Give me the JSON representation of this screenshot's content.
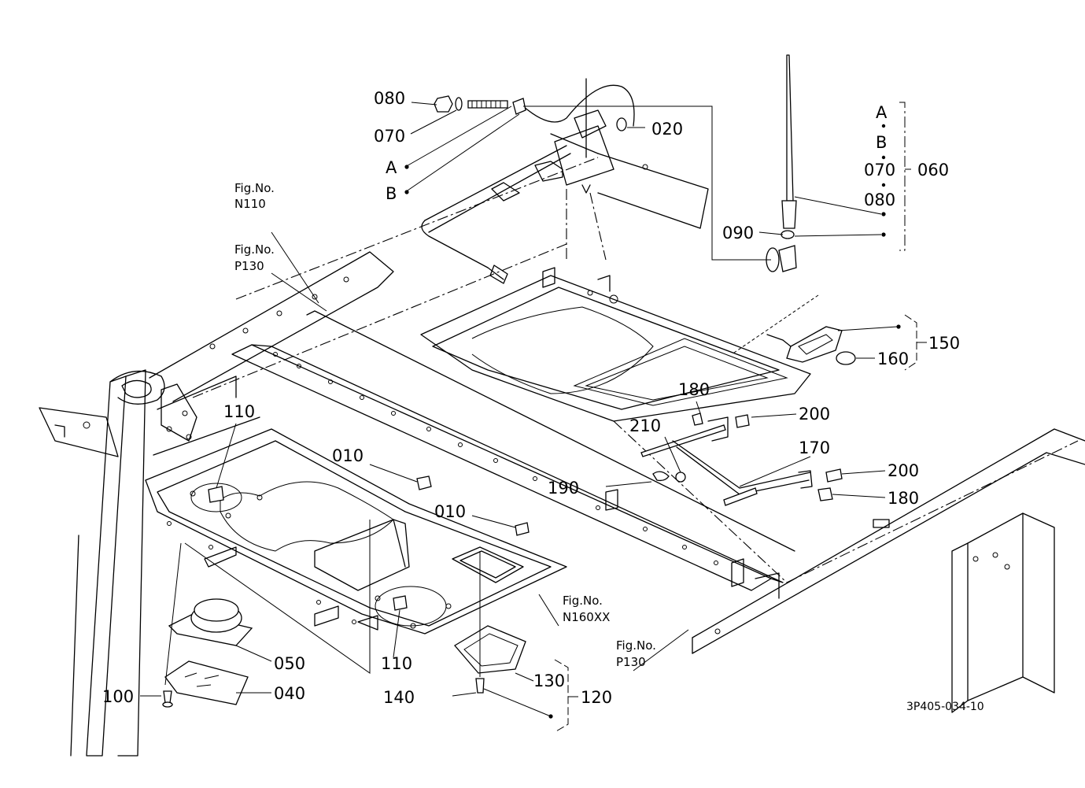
{
  "diagram_code": "3P405-034-10",
  "callouts": [
    {
      "id": "c080a",
      "text": "080"
    },
    {
      "id": "c070a",
      "text": "070"
    },
    {
      "id": "cA",
      "text": "A"
    },
    {
      "id": "cB",
      "text": "B"
    },
    {
      "id": "c020",
      "text": "020"
    },
    {
      "id": "c060",
      "text": "060"
    },
    {
      "id": "c090",
      "text": "090"
    },
    {
      "id": "c150",
      "text": "150"
    },
    {
      "id": "c160",
      "text": "160"
    },
    {
      "id": "c180a",
      "text": "180"
    },
    {
      "id": "c200a",
      "text": "200"
    },
    {
      "id": "c210",
      "text": "210"
    },
    {
      "id": "c170",
      "text": "170"
    },
    {
      "id": "c200b",
      "text": "200"
    },
    {
      "id": "c180b",
      "text": "180"
    },
    {
      "id": "c190",
      "text": "190"
    },
    {
      "id": "c110a",
      "text": "110"
    },
    {
      "id": "c010a",
      "text": "010"
    },
    {
      "id": "c010b",
      "text": "010"
    },
    {
      "id": "c110b",
      "text": "110"
    },
    {
      "id": "c050",
      "text": "050"
    },
    {
      "id": "c040",
      "text": "040"
    },
    {
      "id": "c100",
      "text": "100"
    },
    {
      "id": "c130",
      "text": "130"
    },
    {
      "id": "c140",
      "text": "140"
    },
    {
      "id": "c120",
      "text": "120"
    }
  ],
  "kit_060": [
    "A",
    "B",
    "070",
    "080"
  ],
  "figure_refs": [
    {
      "id": "n110",
      "line1": "Fig.No.",
      "line2": "N110"
    },
    {
      "id": "p130a",
      "line1": "Fig.No.",
      "line2": "P130"
    },
    {
      "id": "n160",
      "line1": "Fig.No.",
      "line2": "N160XX"
    },
    {
      "id": "p130b",
      "line1": "Fig.No.",
      "line2": "P130"
    }
  ]
}
